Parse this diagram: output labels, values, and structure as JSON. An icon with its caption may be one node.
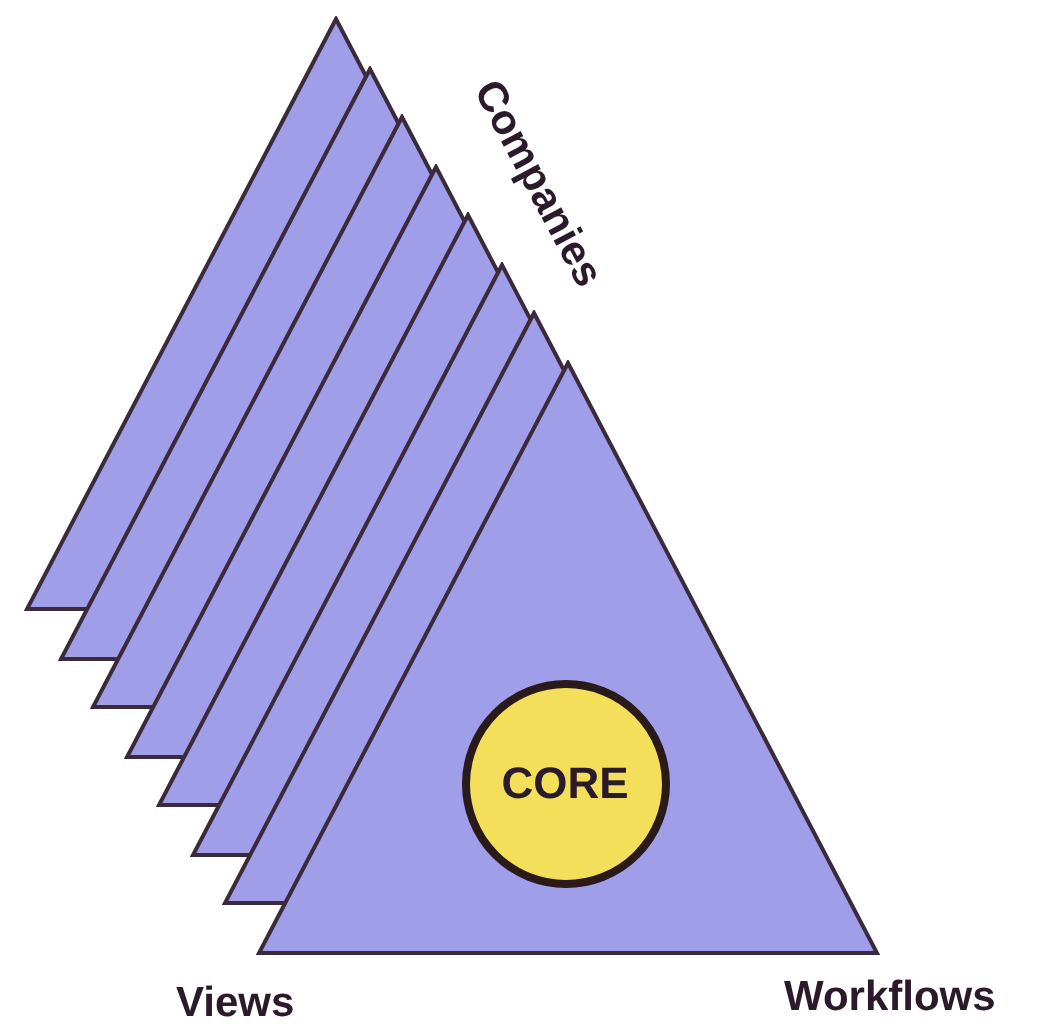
{
  "diagram": {
    "nodes": [
      {
        "text": [],
        "shape": "triangle"
      },
      {
        "text": [],
        "shape": "triangle"
      },
      {
        "text": [],
        "shape": "triangle"
      },
      {
        "text": [],
        "shape": "triangle"
      },
      {
        "text": [],
        "shape": "triangle"
      },
      {
        "text": [],
        "shape": "triangle"
      },
      {
        "text": [],
        "shape": "triangle"
      },
      {
        "text": [],
        "shape": "triangle"
      },
      {
        "text": [
          "CORE"
        ],
        "in": 7
      }
    ],
    "edges": [],
    "labels": [
      "Companies",
      "Views",
      "Workflows"
    ]
  }
}
